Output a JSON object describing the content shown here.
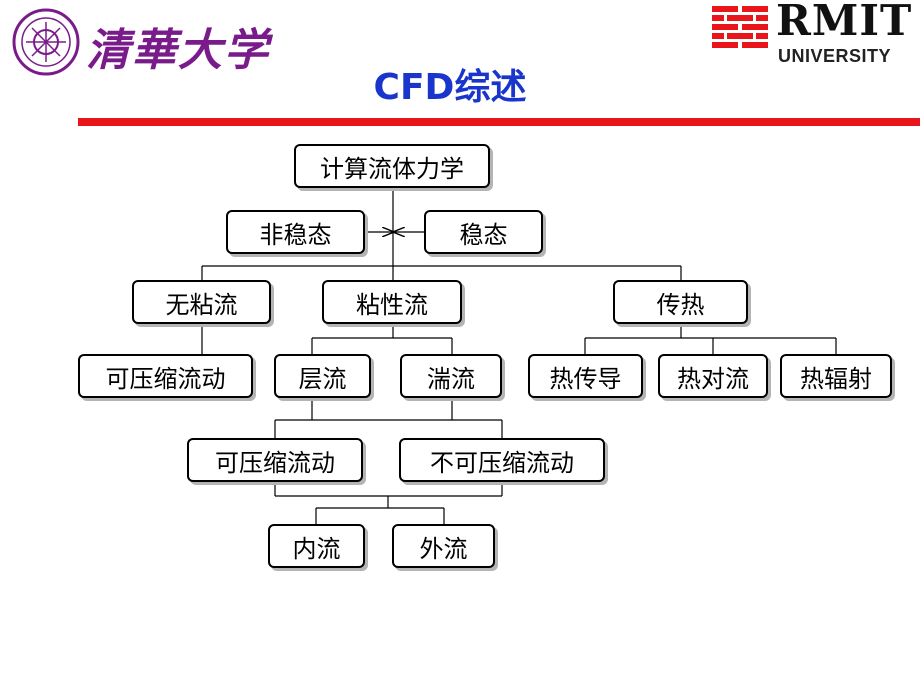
{
  "header": {
    "left_logo": {
      "seal_icon": "tsinghua-seal-icon",
      "text": "清華大学",
      "color": "#7a1b8c"
    },
    "right_logo": {
      "mark_icon": "rmit-mark-icon",
      "name": "RMIT",
      "subtitle": "UNIVERSITY",
      "mark_color": "#e8151b"
    }
  },
  "slide": {
    "title": "CFD综述",
    "title_color": "#1a35cc",
    "rule_color": "#e8151b"
  },
  "diagram": {
    "root": "计算流体力学",
    "unsteady": "非稳态",
    "steady": "稳态",
    "inviscid": "无粘流",
    "viscous": "粘性流",
    "heat_transfer": "传热",
    "inviscid_compressible": "可压缩流动",
    "laminar": "层流",
    "turbulent": "湍流",
    "conduction": "热传导",
    "convection": "热对流",
    "radiation": "热辐射",
    "compressible": "可压缩流动",
    "incompressible": "不可压缩流动",
    "internal": "内流",
    "external": "外流"
  }
}
